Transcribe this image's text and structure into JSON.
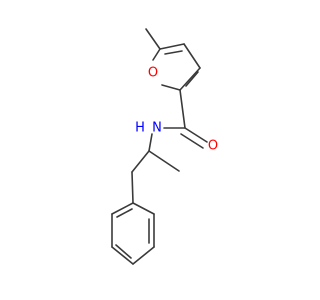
{
  "molecule": {
    "atom_labels": {
      "ring_oxygen": "O",
      "carbonyl_oxygen": "O",
      "amide_nitrogen": "N",
      "amide_hydrogen": "H"
    },
    "colors": {
      "bond": "#3a3a3a",
      "oxygen": "#ff0000",
      "nitrogen": "#0000ff"
    }
  }
}
